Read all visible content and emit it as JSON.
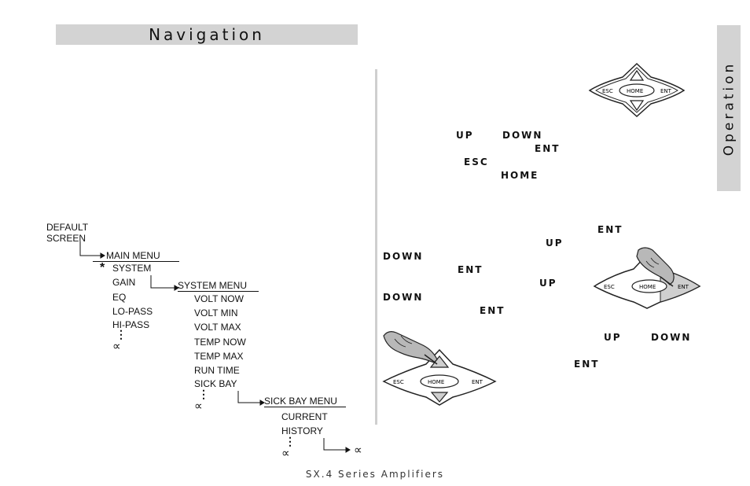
{
  "header": {
    "title": "Navigation"
  },
  "side_tab": {
    "label": "Operation"
  },
  "footer": {
    "text": "SX.4 Series Amplifiers"
  },
  "tree": {
    "default_screen": [
      "DEFAULT",
      "SCREEN"
    ],
    "main_menu": "MAIN MENU",
    "current_marker": "*",
    "main_items": [
      "SYSTEM",
      "GAIN",
      "EQ",
      "LO-PASS",
      "HI-PASS"
    ],
    "system_menu": "SYSTEM MENU",
    "system_items": [
      "VOLT NOW",
      "VOLT MIN",
      "VOLT MAX",
      "TEMP NOW",
      "TEMP MAX",
      "RUN TIME",
      "SICK BAY"
    ],
    "sick_bay_menu": "SICK BAY MENU",
    "sick_bay_items": [
      "CURRENT",
      "HISTORY"
    ],
    "continuation": "⋮",
    "infinity": "∝"
  },
  "keypad": {
    "up": "▲",
    "down": "▼",
    "esc": "ESC",
    "home": "HOME",
    "ent": "ENT"
  },
  "instructions": {
    "block1": [
      "UP",
      "DOWN",
      "ENT",
      "ESC",
      "HOME"
    ],
    "block2": [
      "ENT",
      "UP",
      "DOWN",
      "ENT",
      "UP",
      "DOWN",
      "ENT"
    ],
    "block3": [
      "UP",
      "DOWN",
      "ENT"
    ]
  }
}
